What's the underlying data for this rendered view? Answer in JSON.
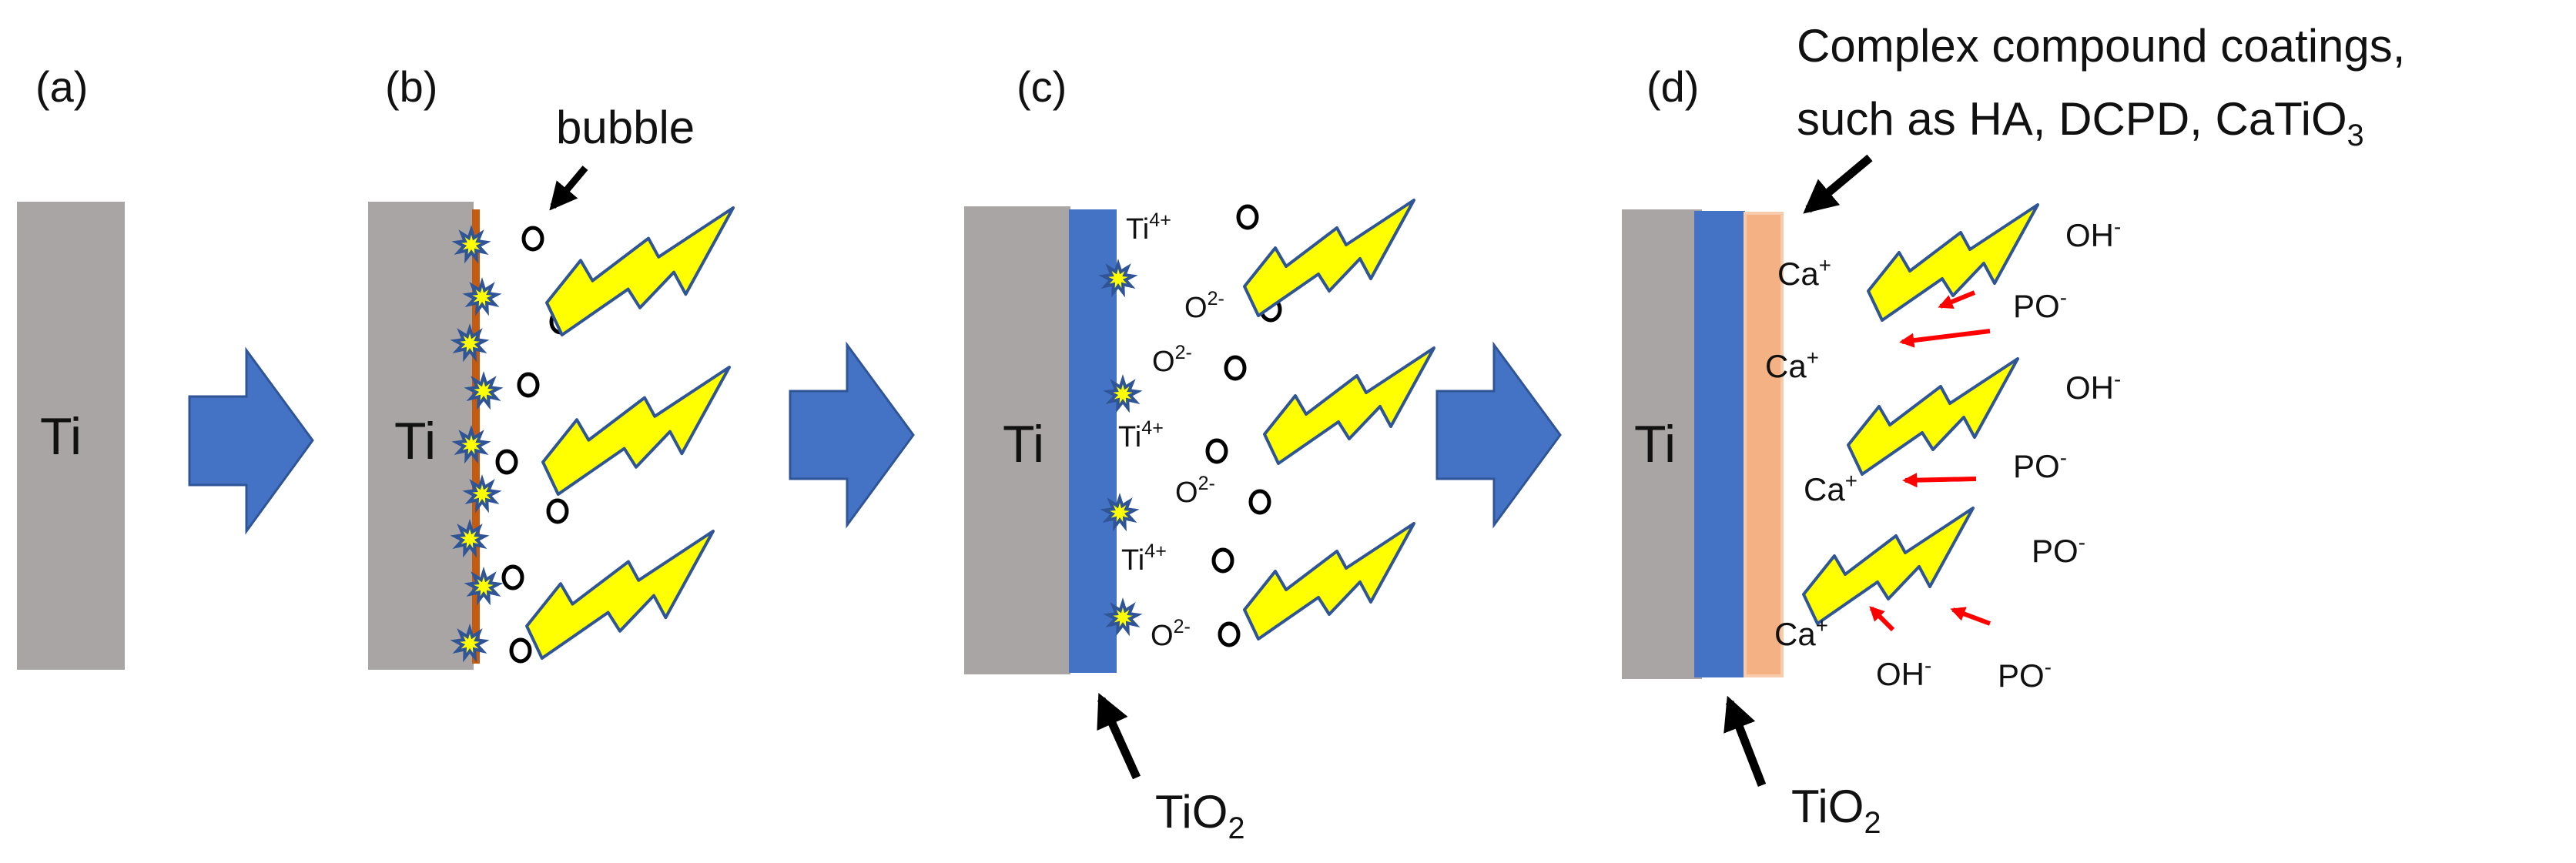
{
  "panels": {
    "a": {
      "label": "(a)",
      "metal": "Ti"
    },
    "b": {
      "label": "(b)",
      "metal": "Ti",
      "bubble_label": "bubble"
    },
    "c": {
      "label": "(c)",
      "metal": "Ti",
      "oxide_label": {
        "base": "TiO",
        "sub": "2"
      },
      "ions": [
        {
          "base": "Ti",
          "sup": "4+"
        },
        {
          "base": "O",
          "sup": "2-"
        },
        {
          "base": "O",
          "sup": "2-"
        },
        {
          "base": "Ti",
          "sup": "4+"
        },
        {
          "base": "O",
          "sup": "2-"
        },
        {
          "base": "Ti",
          "sup": "4+"
        },
        {
          "base": "O",
          "sup": "2-"
        }
      ]
    },
    "d": {
      "label": "(d)",
      "metal": "Ti",
      "oxide_label": {
        "base": "TiO",
        "sub": "2"
      },
      "coating_line1": "Complex compound coatings,",
      "coating_line2_base": "such as HA, DCPD, CaTiO",
      "coating_line2_sub": "3",
      "ions": [
        {
          "base": "Ca",
          "sup": "+"
        },
        {
          "base": "Ca",
          "sup": "+"
        },
        {
          "base": "Ca",
          "sup": "+"
        },
        {
          "base": "Ca",
          "sup": "+"
        },
        {
          "base": "OH",
          "sup": "-"
        },
        {
          "base": "PO",
          "sup": "-"
        },
        {
          "base": "OH",
          "sup": "-"
        },
        {
          "base": "PO",
          "sup": "-"
        },
        {
          "base": "PO",
          "sup": "-"
        },
        {
          "base": "OH",
          "sup": "-"
        },
        {
          "base": "PO",
          "sup": "-"
        }
      ]
    }
  },
  "colors": {
    "metal": "#aaa5a5",
    "oxide": "#4472c4",
    "coating": "#f4b183",
    "spark": "#ffff00",
    "spark_outline": "#2f5597",
    "discharge_star": "#2f5597",
    "arrow_red": "#ff0000",
    "arrow_blue": "#4472c4",
    "film_orange": "#c55a11"
  }
}
